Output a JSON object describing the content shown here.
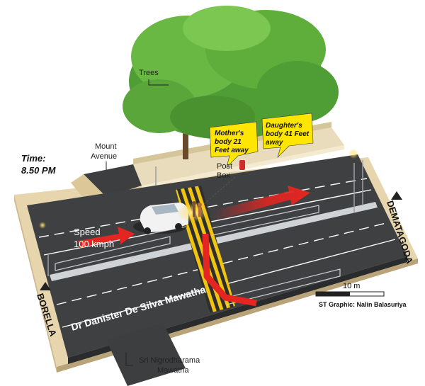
{
  "labels": {
    "trees": "Trees",
    "time_label": "Time:",
    "time_value": "8.50 PM",
    "mount_line1": "Mount",
    "mount_line2": "Avenue",
    "post_line1": "Post",
    "post_line2": "Box",
    "mother_line1": "Mother's",
    "mother_line2": "body 21",
    "mother_line3": "Feet away",
    "daughter_line1": "Daughter's",
    "daughter_line2": "body 41 Feet",
    "daughter_line3": "away",
    "speed_line1": "Speed",
    "speed_line2": "100 kmph",
    "dematagoda": "DEMATAGODA",
    "borella": "BORELLA",
    "main_road": "Dr Danister De Silva Mawatha",
    "side_line1": "Sri  Nigrodharama",
    "side_line2": "Mawatha",
    "scale": "10 m",
    "credit": "ST Graphic: Nalin Balasuriya"
  },
  "colors": {
    "road": "#3f4042",
    "pavement": "#e3cfa4",
    "callout": "#ffe600",
    "arrow": "#e52521",
    "tree": "#5fae3c",
    "car": "#f2f2f2"
  }
}
